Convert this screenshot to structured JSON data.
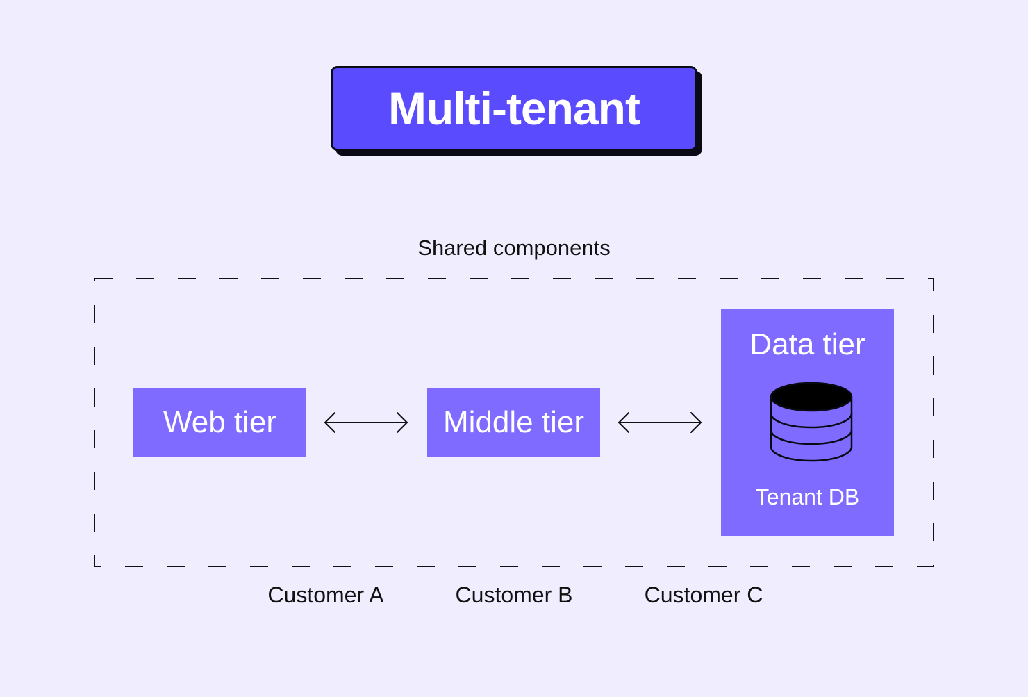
{
  "title": "Multi-tenant",
  "shared_label": "Shared components",
  "tiers": {
    "web": "Web tier",
    "middle": "Middle tier",
    "data": "Data tier",
    "db": "Tenant DB"
  },
  "customers": [
    "Customer A",
    "Customer B",
    "Customer C"
  ],
  "icons": {
    "database": "database-icon",
    "arrow": "double-arrow-icon"
  },
  "colors": {
    "background": "#f0eefe",
    "title_fill": "#5b4bff",
    "tier_fill": "#7f6bff",
    "outline": "#0a0a14"
  }
}
